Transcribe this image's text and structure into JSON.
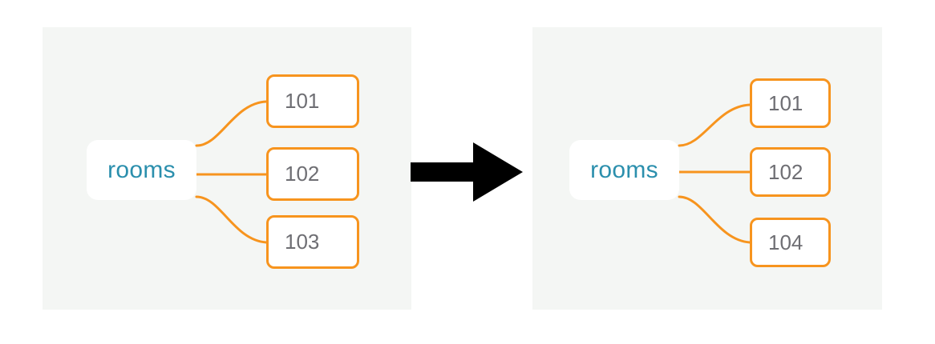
{
  "canvas": {
    "background_color": "#ffffff",
    "panel_background_color": "#f4f6f4"
  },
  "palette": {
    "panel": "#f4f6f4",
    "connector_orange": "#f7941e",
    "leaf_border_orange": "#f7941e",
    "root_text_teal": "#2b8fad",
    "leaf_text_gray": "#6e6e73",
    "arrow_black": "#000000",
    "node_fill_white": "#ffffff"
  },
  "transform_arrow": {
    "icon": "right-arrow-icon",
    "direction": "right",
    "color": "#000000"
  },
  "before": {
    "root": {
      "label": "rooms"
    },
    "leaves": [
      {
        "label": "101"
      },
      {
        "label": "102"
      },
      {
        "label": "103"
      }
    ]
  },
  "after": {
    "root": {
      "label": "rooms"
    },
    "leaves": [
      {
        "label": "101"
      },
      {
        "label": "102"
      },
      {
        "label": "104"
      }
    ]
  }
}
